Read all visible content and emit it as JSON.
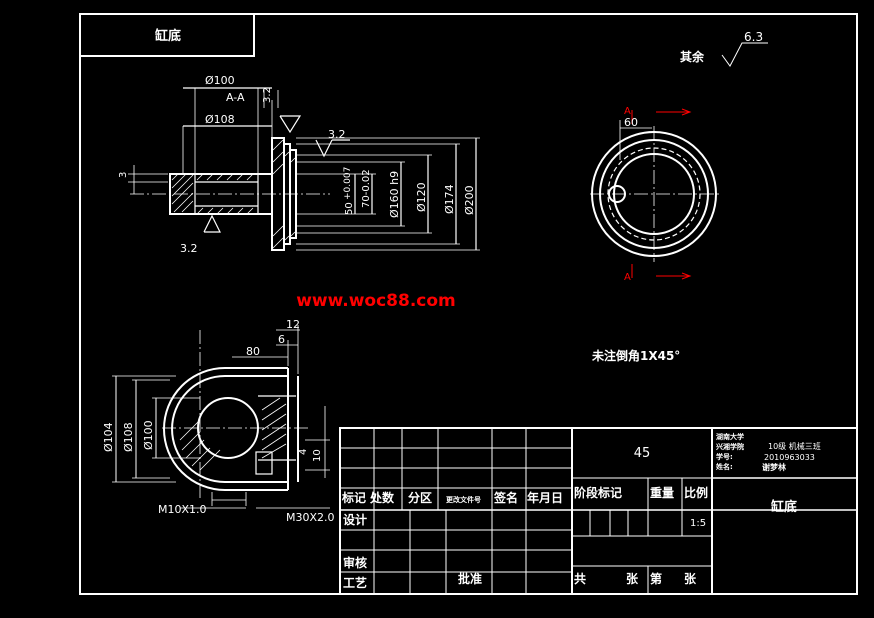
{
  "title_box": {
    "part_name": "缸底"
  },
  "roughness_note": {
    "label": "其余",
    "value": "6.3"
  },
  "chamfer_note": "未注倒角1X45°",
  "watermark": "www.woc88.com",
  "section_label": "A-A",
  "dims_front": {
    "d100": "Ø100",
    "d108": "Ø108",
    "r32_top": "3.2",
    "r32_mid": "3.2",
    "r32_left": "3.2",
    "three": "3",
    "fifty": "50",
    "tol_upper": "+0.007",
    "tol_lower": "70-0.02",
    "d160": "Ø160 h9",
    "d120": "Ø120",
    "d174": "Ø174",
    "d200": "Ø200"
  },
  "dims_side": {
    "sixty": "60",
    "a_top": "A",
    "a_bottom": "A"
  },
  "dims_bottom": {
    "twelve": "12",
    "six": "6",
    "eighty": "80",
    "d104": "Ø104",
    "d108": "Ø108",
    "d100": "Ø100",
    "m10": "M10X1.0",
    "m30": "M30X2.0",
    "r10": "10",
    "r4": "4"
  },
  "title_block": {
    "material": "45",
    "school": "湖南大学",
    "college_label": "兴湘学院",
    "class": "10级  机械三班",
    "id_label": "学号:",
    "id_value": "2010963033",
    "name_label": "姓名:",
    "name_value": "谢梦林",
    "part_name": "缸底",
    "h_biaoji": "标记",
    "h_chushu": "处数",
    "h_fenqu": "分区",
    "h_gengai": "更改文件号",
    "h_qianming": "签名",
    "h_nianyueri": "年月日",
    "h_jieduan": "阶段标记",
    "h_zhongliang": "重量",
    "h_bili": "比例",
    "sheji": "设计",
    "scale": "1:5",
    "shenhe": "审核",
    "gongyi": "工艺",
    "pizhun": "批准",
    "gong": "共",
    "zhang1": "张",
    "di": "第",
    "zhang2": "张"
  },
  "colors": {
    "background": "#000000",
    "lines": "#ffffff",
    "section_marks": "#ff0000",
    "watermark": "#ff0000"
  }
}
